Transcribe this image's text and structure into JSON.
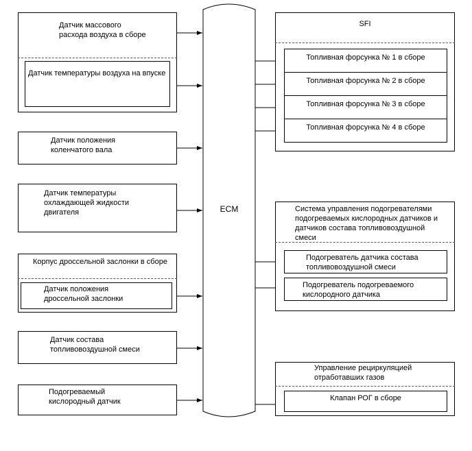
{
  "ecm": {
    "label": "ECM"
  },
  "inputs": {
    "maf": {
      "title": "Датчик массового\nрасхода воздуха в сборе",
      "sub": "Датчик температуры воздуха на впуске"
    },
    "ckp": "Датчик положения\nколенчатого вала",
    "ect": "Датчик температуры\nохлаждающей жидкости\nдвигателя",
    "throttle": {
      "title": "Корпус дроссельной заслонки в сборе",
      "sub": "Датчик положения\nдроссельной заслонки"
    },
    "afr": "Датчик состава\nтопливовоздушной смеси",
    "ho2": "Подогреваемый\nкислородный датчик"
  },
  "outputs": {
    "sfi": {
      "title": "SFI",
      "injectors": [
        "Топливная форсунка № 1 в сборе",
        "Топливная форсунка № 2 в сборе",
        "Топливная форсунка № 3 в сборе",
        "Топливная форсунка № 4 в сборе"
      ]
    },
    "heaters": {
      "title": "Система управления подогревателями\nподогреваемых кислородных датчиков и\nдатчиков состава топливовоздушной\nсмеси",
      "items": [
        "Подогреватель датчика состава\nтопливовоздушной смеси",
        "Подогреватель подогреваемого\nкислородного датчика"
      ]
    },
    "egr": {
      "title": "Управление рециркуляцией\nотработавших газов",
      "valve": "Клапан РОГ в сборе"
    }
  }
}
